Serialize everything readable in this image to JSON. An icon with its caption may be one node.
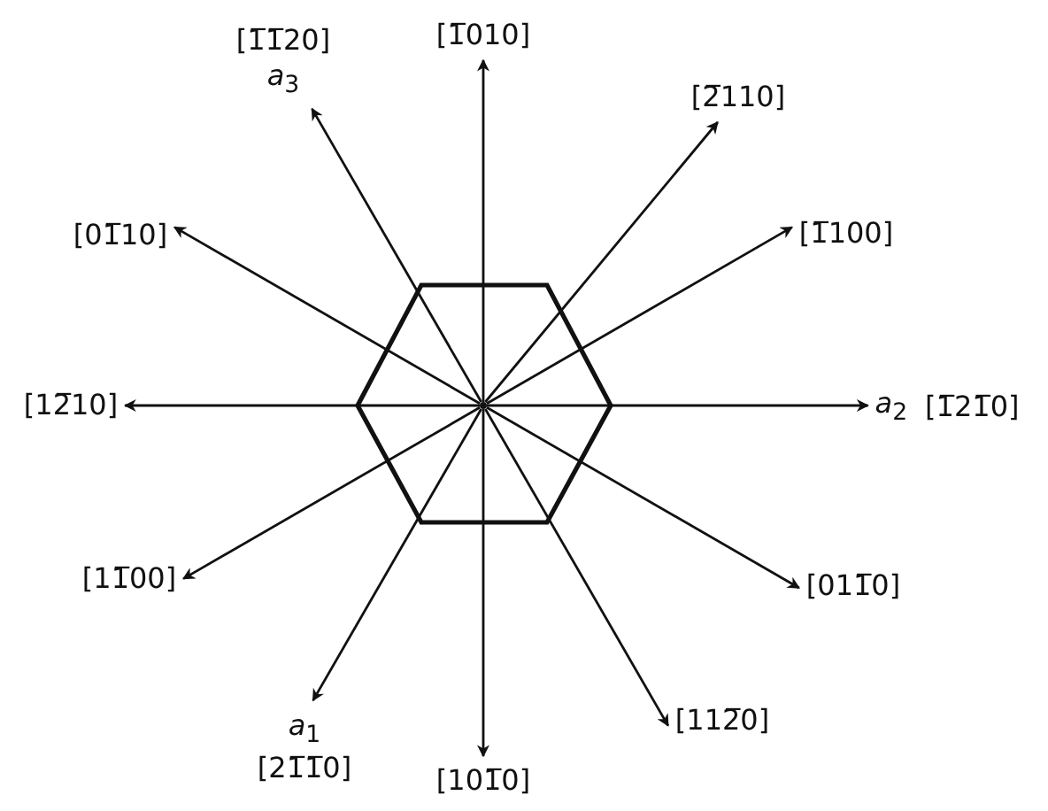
{
  "diagram": {
    "nodes": [
      {
        "text": [],
        "shape": "circle"
      },
      {
        "text": [
          "[1̅010]"
        ]
      },
      {
        "text": [
          "[2̅110]"
        ]
      },
      {
        "text": [
          "[1̅100]"
        ]
      },
      {
        "text": [
          "*a*$_{2}$",
          "[1̅21̅0]"
        ]
      },
      {
        "text": [
          "[011̅0]"
        ]
      },
      {
        "text": [
          "[112̅0]"
        ]
      },
      {
        "text": [
          "[101̅0]"
        ]
      },
      {
        "text": [
          "*a*$_{1}$",
          "[21̅1̅0]"
        ]
      },
      {
        "text": [
          "[11̅00]"
        ]
      },
      {
        "text": [
          "[12̅10]"
        ]
      },
      {
        "text": [
          "[01̅10]"
        ]
      },
      {
        "text": [
          "[1̅1̅20]",
          "*a*$_{3}$"
        ]
      }
    ],
    "edges": [
      {
        "from": 0,
        "to": 1,
        "arrow": "to"
      },
      {
        "from": 0,
        "to": 2,
        "arrow": "to"
      },
      {
        "from": 0,
        "to": 3,
        "arrow": "to"
      },
      {
        "from": 0,
        "to": 4,
        "arrow": "to"
      },
      {
        "from": 0,
        "to": 5,
        "arrow": "to"
      },
      {
        "from": 0,
        "to": 6,
        "arrow": "to"
      },
      {
        "from": 0,
        "to": 7,
        "arrow": "to"
      },
      {
        "from": 0,
        "to": 8,
        "arrow": "to"
      },
      {
        "from": 0,
        "to": 9,
        "arrow": "to"
      },
      {
        "from": 0,
        "to": 10,
        "arrow": "to"
      },
      {
        "from": 0,
        "to": 11,
        "arrow": "to"
      },
      {
        "from": 0,
        "to": 12,
        "arrow": "to"
      }
    ]
  }
}
